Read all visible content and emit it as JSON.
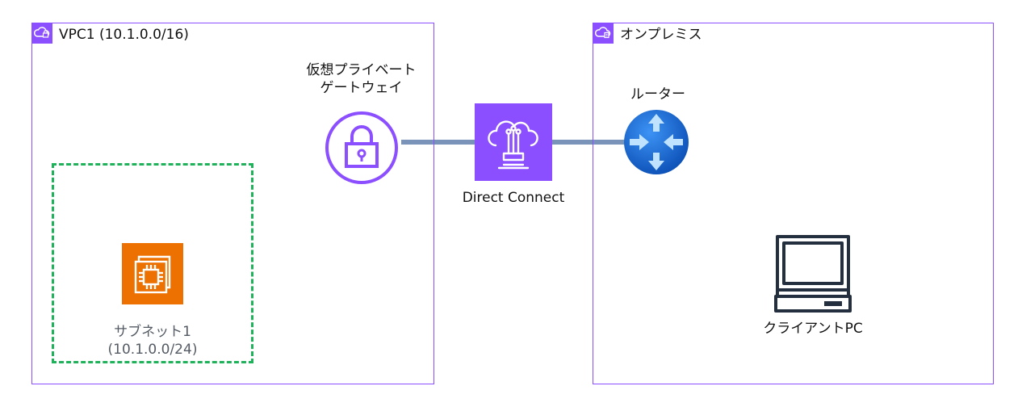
{
  "vpc": {
    "title": "VPC1 (10.1.0.0/16)",
    "badge_icon": "vpc-cloud-lock-icon"
  },
  "onprem": {
    "title": "オンプレミス",
    "badge_icon": "corporate-cloud-icon"
  },
  "subnet": {
    "line1": "サブネット1",
    "line2": "(10.1.0.0/24)",
    "instance_icon": "ec2-instance-icon"
  },
  "vgw": {
    "line1": "仮想プライベート",
    "line2": "ゲートウェイ",
    "icon": "lock-icon"
  },
  "direct_connect": {
    "label": "Direct Connect",
    "icon": "direct-connect-icon"
  },
  "router": {
    "label": "ルーター",
    "icon": "router-icon"
  },
  "client": {
    "label": "クライアントPC",
    "icon": "desktop-pc-icon"
  },
  "colors": {
    "group_border": "#8c4fff",
    "subnet_border": "#1fb25a",
    "ec2": "#ed7100",
    "direct_connect": "#8c4fff",
    "router": "#1a6fd6",
    "connection": "#7a93b8"
  }
}
